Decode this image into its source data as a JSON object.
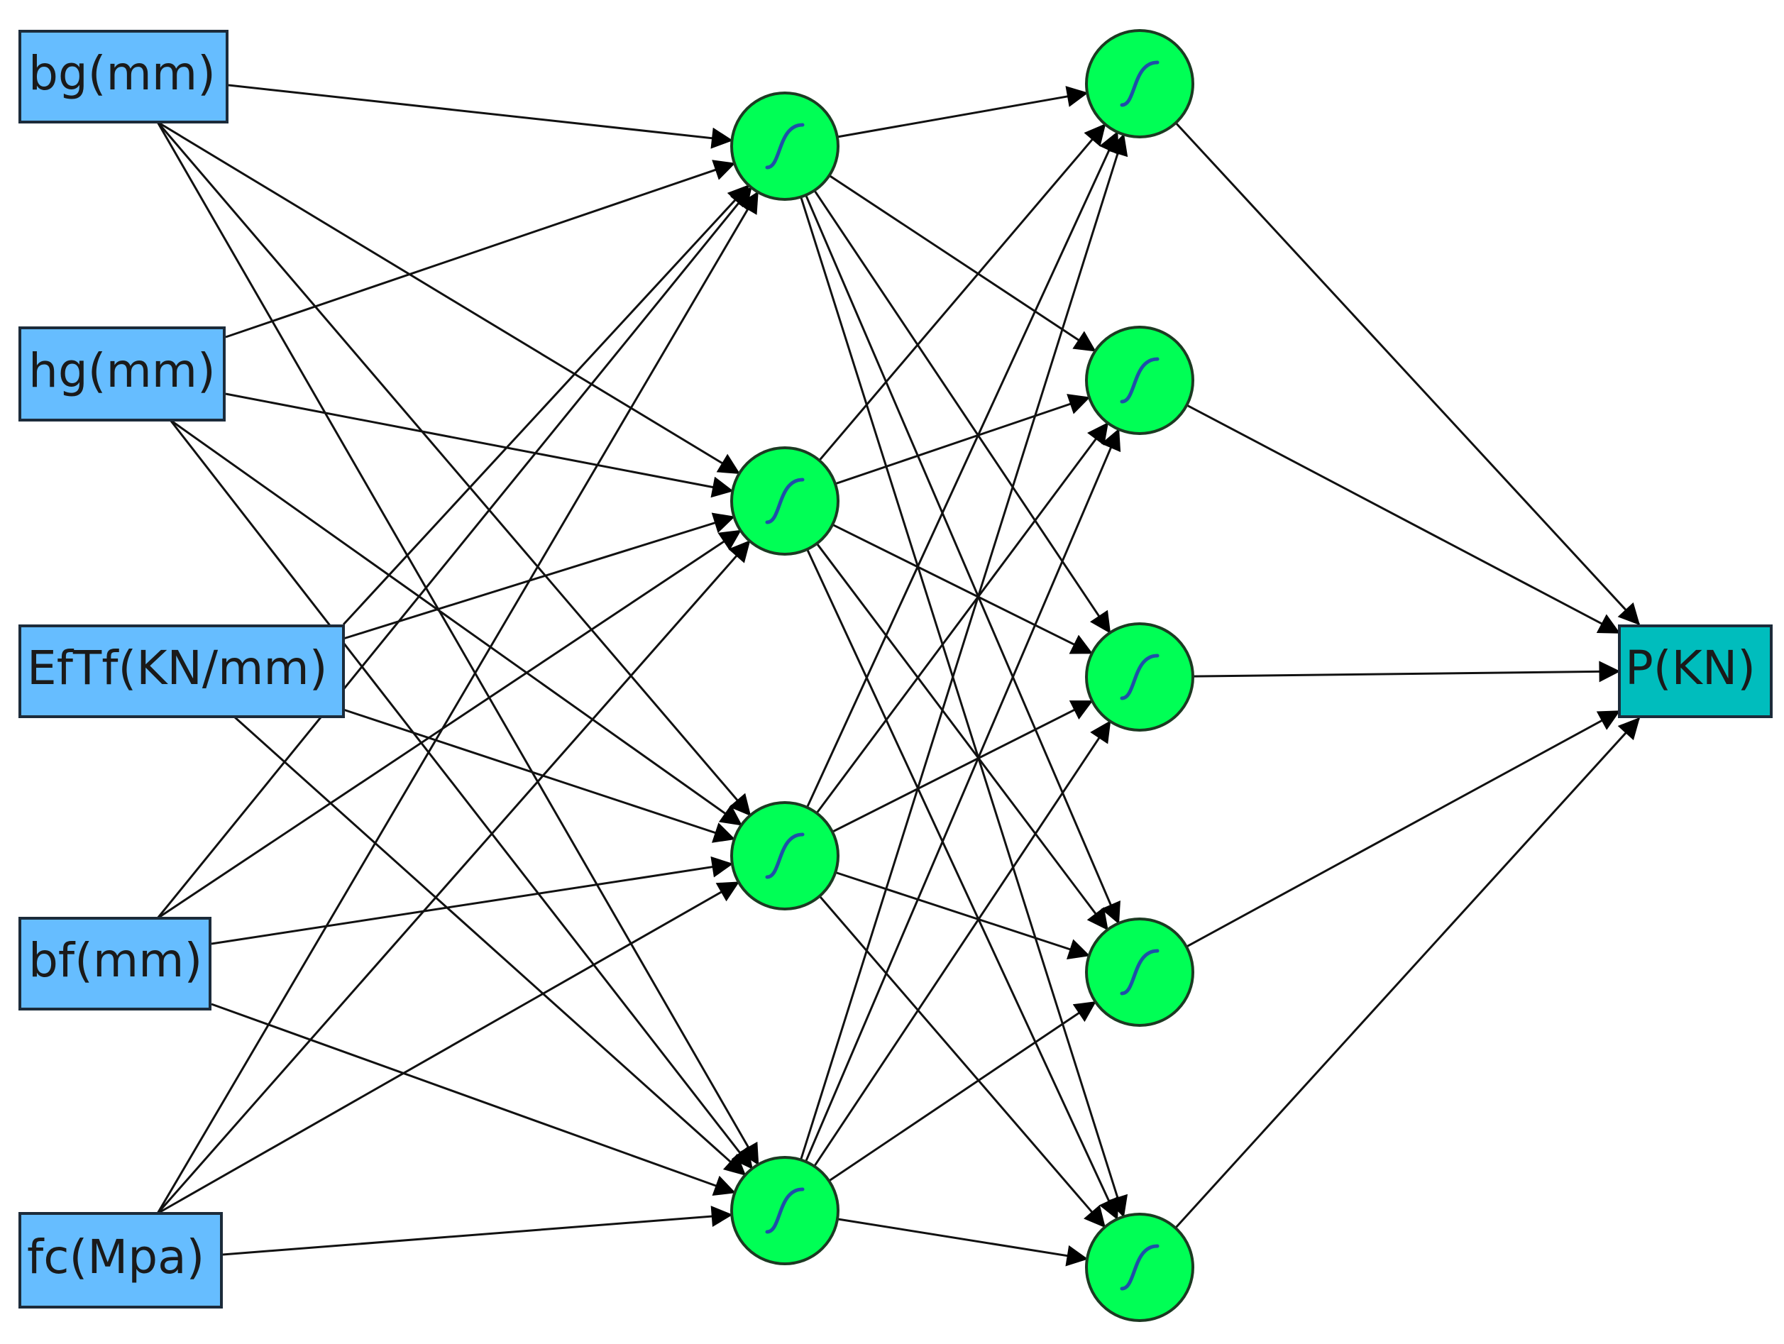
{
  "diagram": {
    "input_labels": [
      "bg(mm)",
      "hg(mm)",
      "EfTf(KN/mm)",
      "bf(mm)",
      "fc(Mpa)"
    ],
    "output_label": "P(KN)",
    "hidden_layer_1_neurons": 4,
    "hidden_layer_2_neurons": 5,
    "neuron_icon": "sigmoid-curve-icon",
    "colors": {
      "input_box": "#66bdff",
      "output_box": "#00bdbd",
      "neuron": "#00ff55",
      "sigmoid": "#1f4fa8",
      "edge": "#111111"
    }
  }
}
